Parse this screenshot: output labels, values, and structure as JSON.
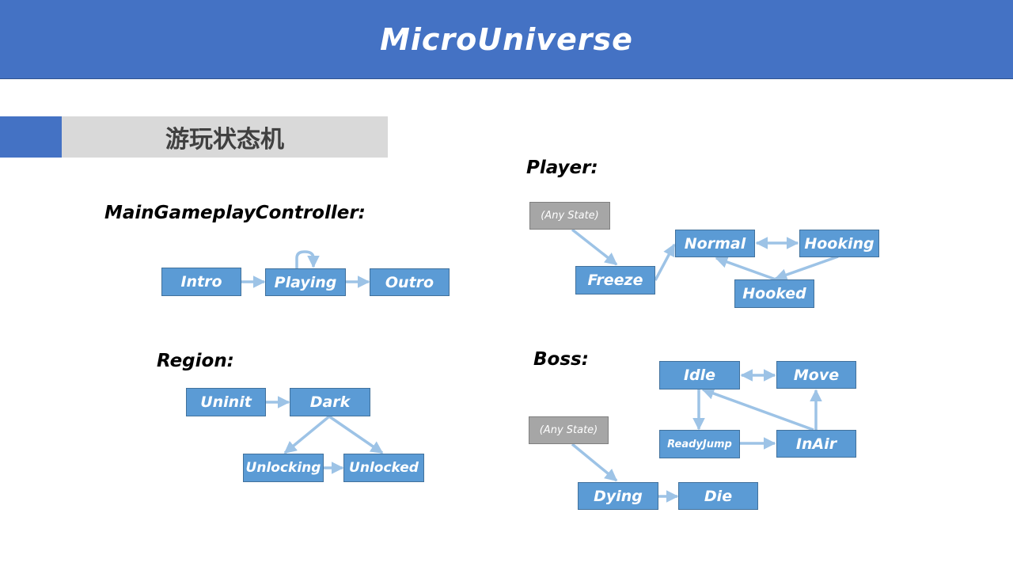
{
  "header": {
    "title": "MicroUniverse"
  },
  "section": {
    "title": "游玩状态机"
  },
  "colors": {
    "header": "#4472c4",
    "node": "#5b9bd5",
    "any_state": "#a6a6a6",
    "arrow": "#9dc3e6"
  },
  "diagrams": {
    "main": {
      "title": "MainGameplayController:",
      "nodes": {
        "intro": "Intro",
        "playing": "Playing",
        "outro": "Outro"
      }
    },
    "player": {
      "title": "Player:",
      "nodes": {
        "any_state": "(Any State)",
        "freeze": "Freeze",
        "normal": "Normal",
        "hooking": "Hooking",
        "hooked": "Hooked"
      }
    },
    "region": {
      "title": "Region:",
      "nodes": {
        "uninit": "Uninit",
        "dark": "Dark",
        "unlocking": "Unlocking",
        "unlocked": "Unlocked"
      }
    },
    "boss": {
      "title": "Boss:",
      "nodes": {
        "idle": "Idle",
        "move": "Move",
        "ready_jump": "ReadyJump",
        "in_air": "InAir",
        "any_state": "(Any State)",
        "dying": "Dying",
        "die": "Die"
      }
    }
  }
}
